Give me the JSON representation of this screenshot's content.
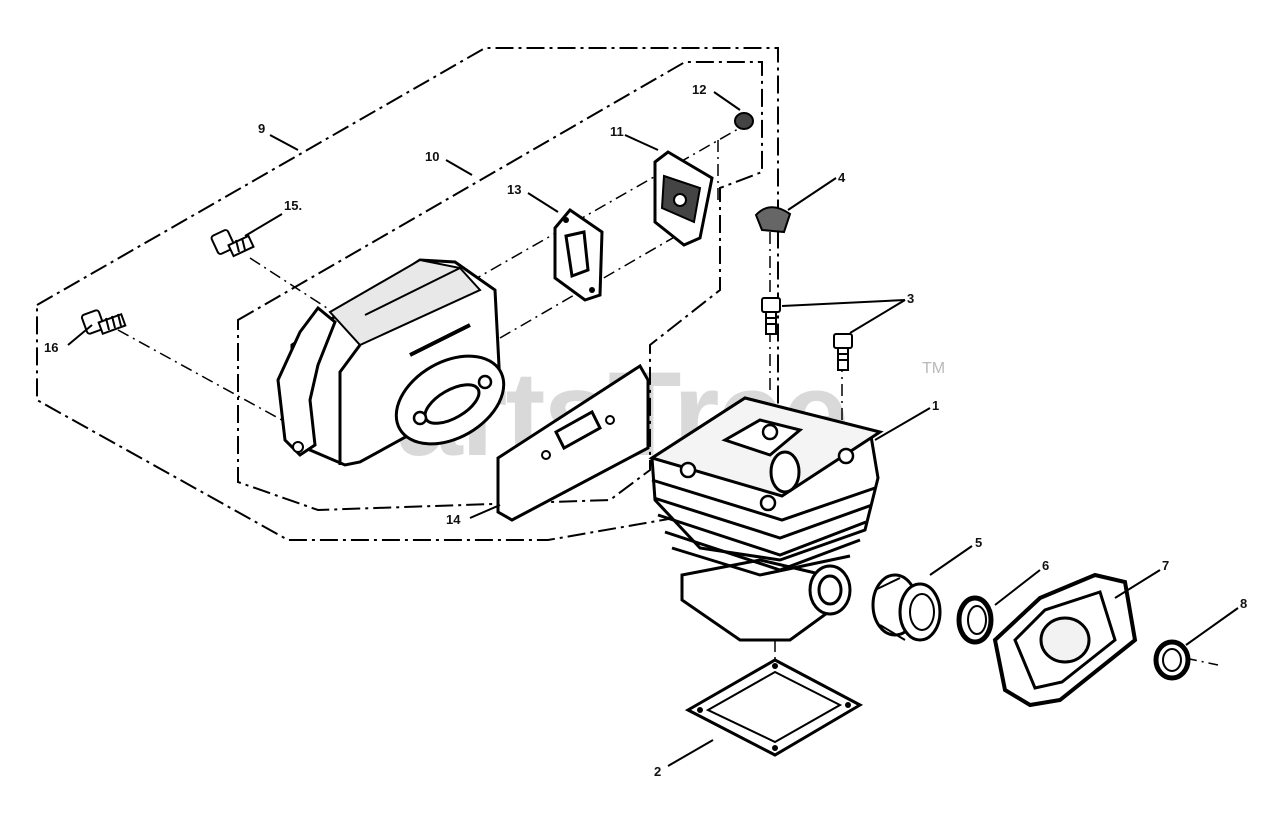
{
  "watermark": {
    "text": "PartsTree",
    "trademark": "TM"
  },
  "callouts": [
    {
      "id": "1",
      "text": "1"
    },
    {
      "id": "2",
      "text": "2"
    },
    {
      "id": "3",
      "text": "3"
    },
    {
      "id": "4",
      "text": "4"
    },
    {
      "id": "5",
      "text": "5"
    },
    {
      "id": "6",
      "text": "6"
    },
    {
      "id": "7",
      "text": "7"
    },
    {
      "id": "8",
      "text": "8"
    },
    {
      "id": "9",
      "text": "9"
    },
    {
      "id": "10",
      "text": "10"
    },
    {
      "id": "11",
      "text": "11"
    },
    {
      "id": "12",
      "text": "12"
    },
    {
      "id": "13",
      "text": "13"
    },
    {
      "id": "14",
      "text": "14"
    },
    {
      "id": "15",
      "text": "15."
    },
    {
      "id": "16",
      "text": "16"
    }
  ]
}
